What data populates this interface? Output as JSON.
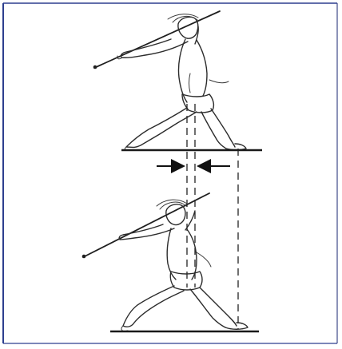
{
  "diagram": {
    "description_type": "javelin-throw-technique-comparison",
    "figures": [
      {
        "name": "upper-thrower",
        "stage": "withdrawal"
      },
      {
        "name": "lower-thrower",
        "stage": "delivery"
      }
    ],
    "annotations": [
      {
        "name": "distance-arrows",
        "kind": "converging-arrows"
      }
    ],
    "colors": {
      "frame": "#2d3f8f",
      "ink": "#222222",
      "background": "#ffffff"
    }
  }
}
